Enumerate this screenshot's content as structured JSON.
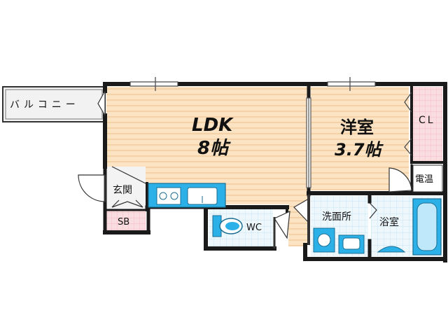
{
  "rooms": {
    "balcony": "バルコニー",
    "ldk_name": "LDK",
    "ldk_size": "8帖",
    "western_name": "洋室",
    "western_size": "3.7帖",
    "closet": "CL",
    "water_heater": "電温",
    "entrance": "玄関",
    "shoe_box": "SB",
    "toilet": "WC",
    "washroom": "洗面所",
    "bathroom": "浴室"
  },
  "colors": {
    "wall": "#1a1a1a",
    "floor_wood": "#fbe3c4",
    "floor_stripe": "#f3d2a8",
    "wet_floor": "#e7f3fb",
    "closet_fill": "#f9d9dc",
    "fixture": "#2bb0e8",
    "balcony_fill": "#f0f0f0"
  }
}
